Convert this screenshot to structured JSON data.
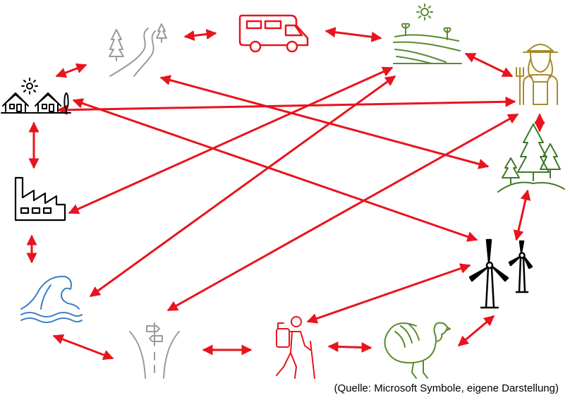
{
  "caption": "(Quelle: Microsoft Symbole, eigene Darstellung)",
  "colors": {
    "arrow": "#e8141d",
    "forest_path": "#9a9a9a",
    "camper": "#e8141d",
    "fields": "#5a8a2e",
    "farmer": "#a68a2c",
    "trees": "#3d7a2a",
    "wind": "#000000",
    "turkey": "#5a8a2e",
    "hiker": "#e8141d",
    "road": "#9a9a9a",
    "wave": "#3b7fc4",
    "factory": "#000000",
    "houses": "#000000"
  },
  "nodes": [
    {
      "id": "forest-path",
      "icon": "forest-path-icon"
    },
    {
      "id": "camper",
      "icon": "camper-van-icon"
    },
    {
      "id": "fields",
      "icon": "farm-fields-icon"
    },
    {
      "id": "farmer",
      "icon": "farmer-icon"
    },
    {
      "id": "trees",
      "icon": "pine-trees-icon"
    },
    {
      "id": "wind",
      "icon": "wind-turbines-icon"
    },
    {
      "id": "turkey",
      "icon": "turkey-icon"
    },
    {
      "id": "hiker",
      "icon": "hiker-icon"
    },
    {
      "id": "road",
      "icon": "road-junction-icon"
    },
    {
      "id": "wave",
      "icon": "water-wave-icon"
    },
    {
      "id": "factory",
      "icon": "factory-icon"
    },
    {
      "id": "houses",
      "icon": "village-houses-icon"
    }
  ],
  "connections": [
    {
      "from": "houses",
      "to": "forest-path"
    },
    {
      "from": "forest-path",
      "to": "camper"
    },
    {
      "from": "camper",
      "to": "fields"
    },
    {
      "from": "fields",
      "to": "farmer"
    },
    {
      "from": "farmer",
      "to": "trees"
    },
    {
      "from": "trees",
      "to": "wind"
    },
    {
      "from": "wind",
      "to": "turkey"
    },
    {
      "from": "turkey",
      "to": "hiker"
    },
    {
      "from": "hiker",
      "to": "road"
    },
    {
      "from": "road",
      "to": "wave"
    },
    {
      "from": "wave",
      "to": "factory"
    },
    {
      "from": "factory",
      "to": "houses"
    },
    {
      "from": "houses",
      "to": "farmer"
    },
    {
      "from": "forest-path",
      "to": "trees"
    },
    {
      "from": "houses",
      "to": "wind"
    },
    {
      "from": "fields",
      "to": "factory"
    },
    {
      "from": "fields",
      "to": "wave"
    },
    {
      "from": "farmer",
      "to": "road"
    },
    {
      "from": "wind",
      "to": "hiker"
    }
  ]
}
